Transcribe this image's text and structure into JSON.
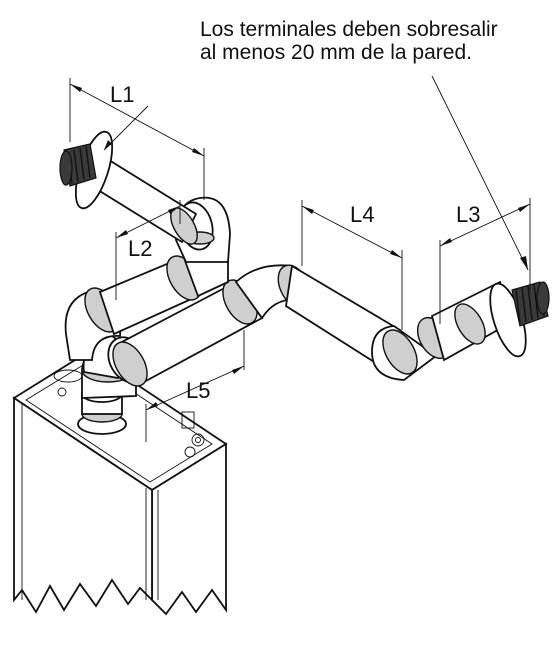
{
  "note": {
    "line1": "Los terminales deben sobresalir",
    "line2": "al menos 20 mm de la pared."
  },
  "dimensions": {
    "l1": "L1",
    "l2": "L2",
    "l3": "L3",
    "l4": "L4",
    "l5": "L5"
  }
}
